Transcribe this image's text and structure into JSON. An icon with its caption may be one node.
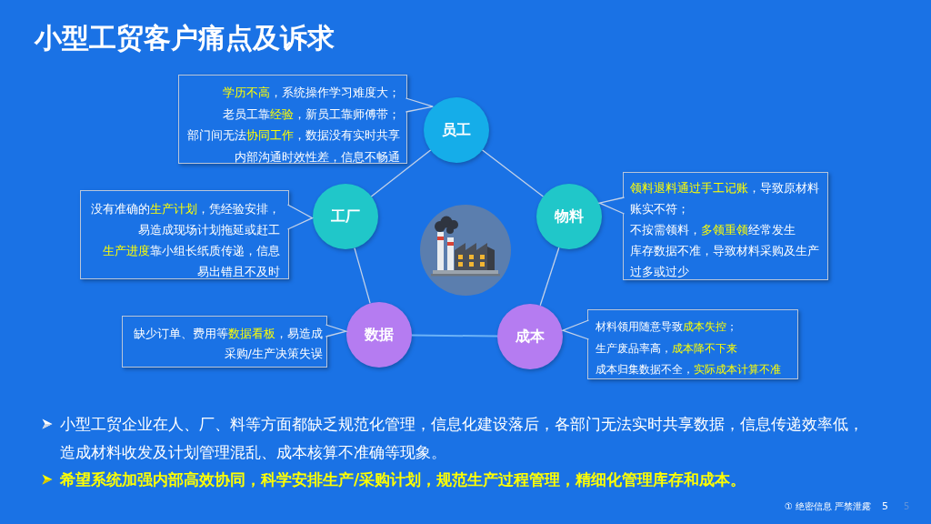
{
  "diagram": {
    "title": "小型工贸客户痛点及诉求",
    "nodes": [
      {
        "text": [
          "**学历不高**，系统操作学习难度大；",
          "老员工靠**经验**，新员工靠师傅带；",
          "部门间无法**协同工作**，数据没有实时共享",
          "内部沟通时效性差，信息不畅通"
        ]
      },
      {
        "text": [
          "员工"
        ]
      },
      {
        "text": [
          "没有准确的**生产计划**，凭经验安排，易造成现场计划拖延或赶工",
          "**生产进度**靠小组长纸质传递，信息易出错且不及时"
        ]
      },
      {
        "text": [
          "工厂"
        ]
      },
      {
        "text": [],
        "shape": "picture"
      },
      {
        "text": [
          "物料"
        ]
      },
      {
        "text": [
          "**领料退料通过手工记账**，导致原材料账实不符；",
          "不按需领料，**多领重领**经常发生",
          "库存数据不准，导致材料采购及生产过多或过少"
        ]
      },
      {
        "text": [
          "缺少订单、费用等**数据看板**，易造成采购/生产决策失误"
        ]
      },
      {
        "text": [
          "数据"
        ]
      },
      {
        "text": [
          "成本"
        ]
      },
      {
        "text": [
          "材料领用随意导致**成本失控**；",
          "生产废品率高，**成本降不下来**",
          "成本归集数据不全，**实际成本计算不准**"
        ]
      }
    ],
    "edges": [
      {
        "from": 0,
        "to": 1,
        "arrow": "to"
      },
      {
        "from": 2,
        "to": 3,
        "arrow": "to"
      },
      {
        "from": 6,
        "to": 5,
        "arrow": "to"
      },
      {
        "from": 7,
        "to": 8,
        "arrow": "to"
      },
      {
        "from": 10,
        "to": 9,
        "arrow": "to"
      },
      {
        "from": 1,
        "to": 5,
        "arrow": "none"
      },
      {
        "from": 5,
        "to": 9,
        "arrow": "none"
      },
      {
        "from": 9,
        "to": 8,
        "arrow": "none",
        "color": "#6cb2f7"
      },
      {
        "from": 8,
        "to": 3,
        "arrow": "none"
      },
      {
        "from": 3,
        "to": 1,
        "arrow": "none"
      }
    ],
    "labels": [
      "小型工贸企业在人、厂、料等方面都缺乏规范化管理，信息化建设落后，各部门无法实时共享数据，信息传递效率低，造成材料收发及计划管理混乱、成本核算不准确等现象。",
      "希望系统加强内部高效协同，科学安排生产/采购计划，规范生产过程管理，精细化管理库存和成本。",
      "① 绝密信息 严禁泄露",
      "5",
      "5"
    ]
  }
}
